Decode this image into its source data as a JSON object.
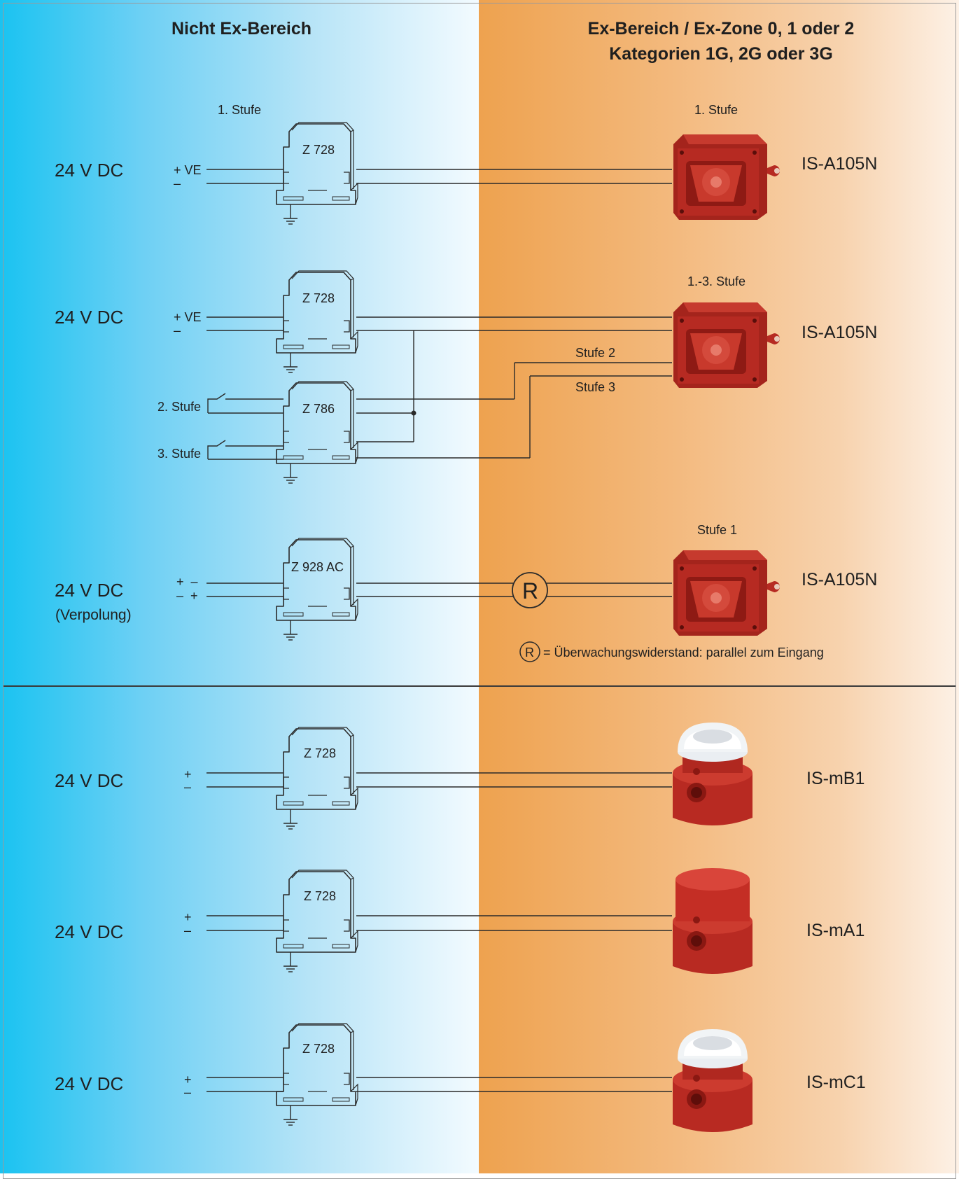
{
  "headers": {
    "left": "Nicht Ex-Bereich",
    "right_line1": "Ex-Bereich / Ex-Zone 0, 1 oder 2",
    "right_line2": "Kategorien 1G, 2G oder 3G"
  },
  "circuits": [
    {
      "voltage": "24 V DC",
      "pol_top": "+ VE",
      "pol_bottom": "–",
      "module": "Z 728",
      "stage_left": "1. Stufe",
      "stage_right": "1. Stufe",
      "device": "IS-A105N"
    },
    {
      "voltage": "24 V DC",
      "pol_top": "+ VE",
      "pol_bottom": "–",
      "module": "Z 728",
      "stage_right": "1.-3. Stufe",
      "device": "IS-A105N",
      "module2": "Z 786",
      "switch_label_1": "2. Stufe",
      "switch_label_2": "3. Stufe",
      "line_label_1": "Stufe 2",
      "line_label_2": "Stufe 3"
    },
    {
      "voltage": "24 V DC",
      "voltage_note": "(Verpolung)",
      "pol_top": "+  –",
      "pol_bottom": "–  +",
      "module": "Z 928 AC",
      "stage_right": "Stufe 1",
      "device": "IS-A105N",
      "resistor_symbol": "R",
      "resistor_note": "= Überwachungswiderstand: parallel zum Eingang"
    },
    {
      "voltage": "24 V DC",
      "pol_top": "+",
      "pol_bottom": "–",
      "module": "Z 728",
      "device": "IS-mB1"
    },
    {
      "voltage": "24 V DC",
      "pol_top": "+",
      "pol_bottom": "–",
      "module": "Z 728",
      "device": "IS-mA1"
    },
    {
      "voltage": "24 V DC",
      "pol_top": "+",
      "pol_bottom": "–",
      "module": "Z 728",
      "device": "IS-mC1"
    }
  ],
  "colors": {
    "left_gradient_start": "#1ac3f1",
    "right_gradient_start": "#eea24f",
    "device_red": "#b62a22",
    "line": "#2a2a2a"
  }
}
